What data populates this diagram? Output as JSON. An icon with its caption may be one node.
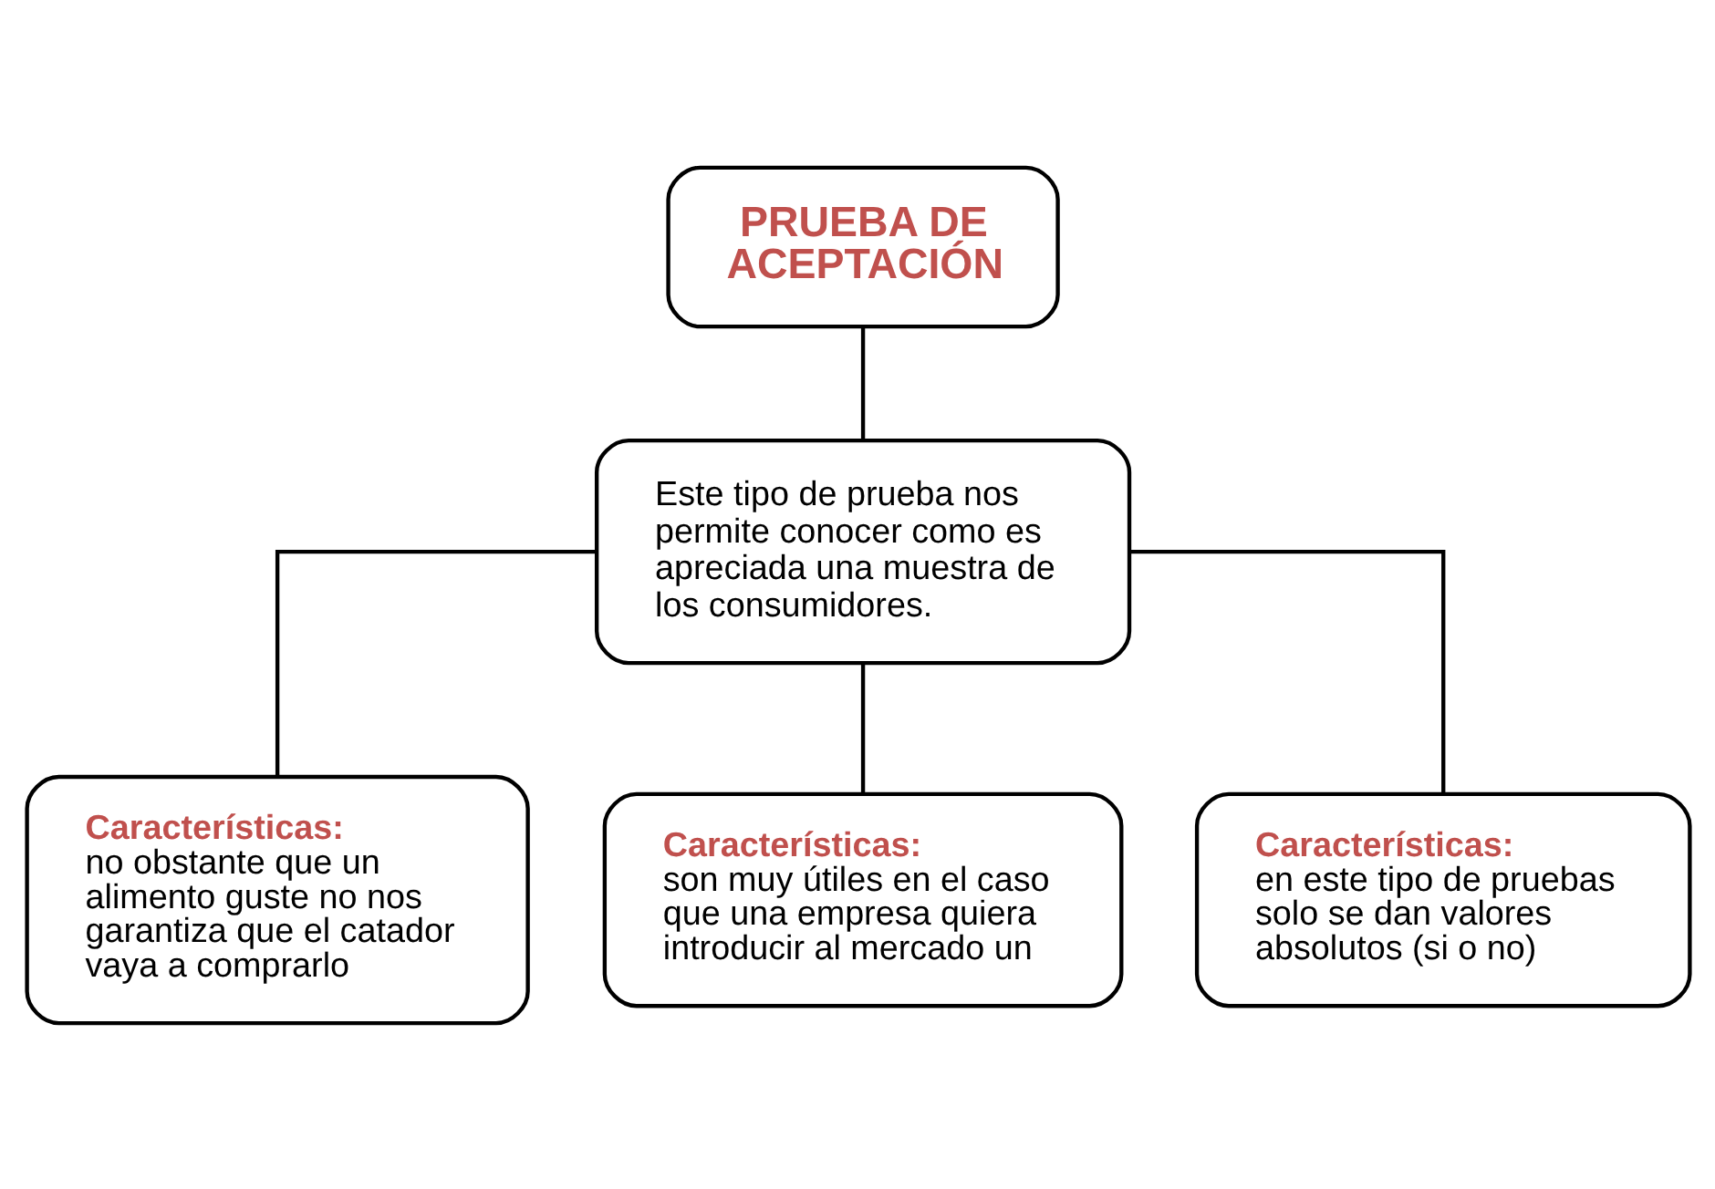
{
  "diagram": {
    "nodes": [
      {
        "text": [
          "PRUEBA DE ACEPTACIÓN"
        ]
      },
      {
        "text": [
          "Este tipo de prueba nos permite conocer como es apreciada una muestra de los consumidores."
        ]
      },
      {
        "text": [
          "Características:",
          "no obstante que un alimento guste no nos garantiza que el catador vaya a comprarlo"
        ]
      },
      {
        "text": [
          "Características:",
          "son muy útiles en el caso que una empresa quiera introducir al mercado un"
        ]
      },
      {
        "text": [
          "Características:",
          "en este tipo de pruebas solo se dan valores absolutos (si o no)"
        ]
      }
    ],
    "edges": [
      {
        "from": 0,
        "to": 1,
        "arrow": "none"
      },
      {
        "from": 1,
        "to": 2,
        "arrow": "none"
      },
      {
        "from": 1,
        "to": 3,
        "arrow": "none"
      },
      {
        "from": 1,
        "to": 4,
        "arrow": "none"
      }
    ]
  }
}
